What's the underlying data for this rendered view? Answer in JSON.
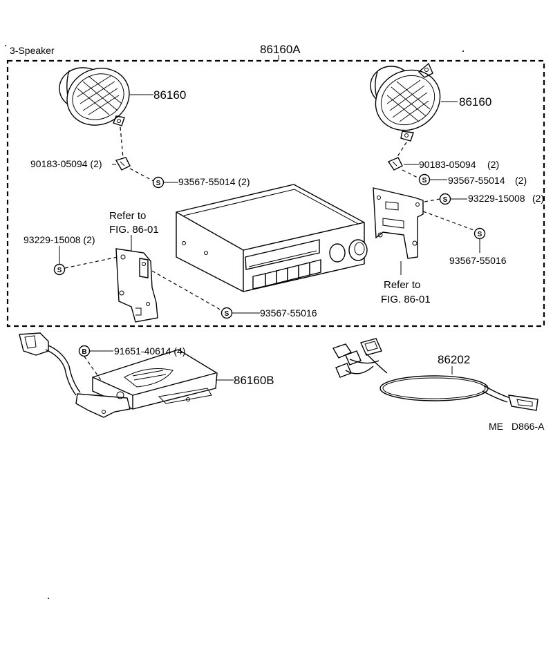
{
  "header": {
    "section_label": "3-Speaker",
    "assembly_part": "86160A"
  },
  "speaker_left": {
    "part": "86160",
    "screw_part": "90183-05094 (2)",
    "washer_part": "93567-55014 (2)",
    "washer_symbol": "S"
  },
  "speaker_right": {
    "part": "86160",
    "screw_part": "90183-05094",
    "screw_qty": "(2)",
    "washer_part": "93567-55014",
    "washer_qty": "(2)",
    "washer_symbol": "S"
  },
  "bracket_left": {
    "refer_line1": "Refer to",
    "refer_line2": "FIG. 86-01",
    "washer_part": "93229-15008 (2)",
    "washer_symbol": "S",
    "screw_part": "93567-55016",
    "screw_symbol": "S"
  },
  "bracket_right": {
    "refer_line1": "Refer to",
    "refer_line2": "FIG. 86-01",
    "washer_part": "93229-15008",
    "washer_qty": "(2)",
    "washer_symbol": "S",
    "screw_part": "93567-55016",
    "screw_symbol": "S"
  },
  "amplifier": {
    "part": "86160B",
    "bolt_part": "91651-40614 (4)",
    "bolt_symbol": "B"
  },
  "wire_harness": {
    "part": "86202"
  },
  "footer": {
    "code_prefix": "ME",
    "code": "D866-A"
  }
}
